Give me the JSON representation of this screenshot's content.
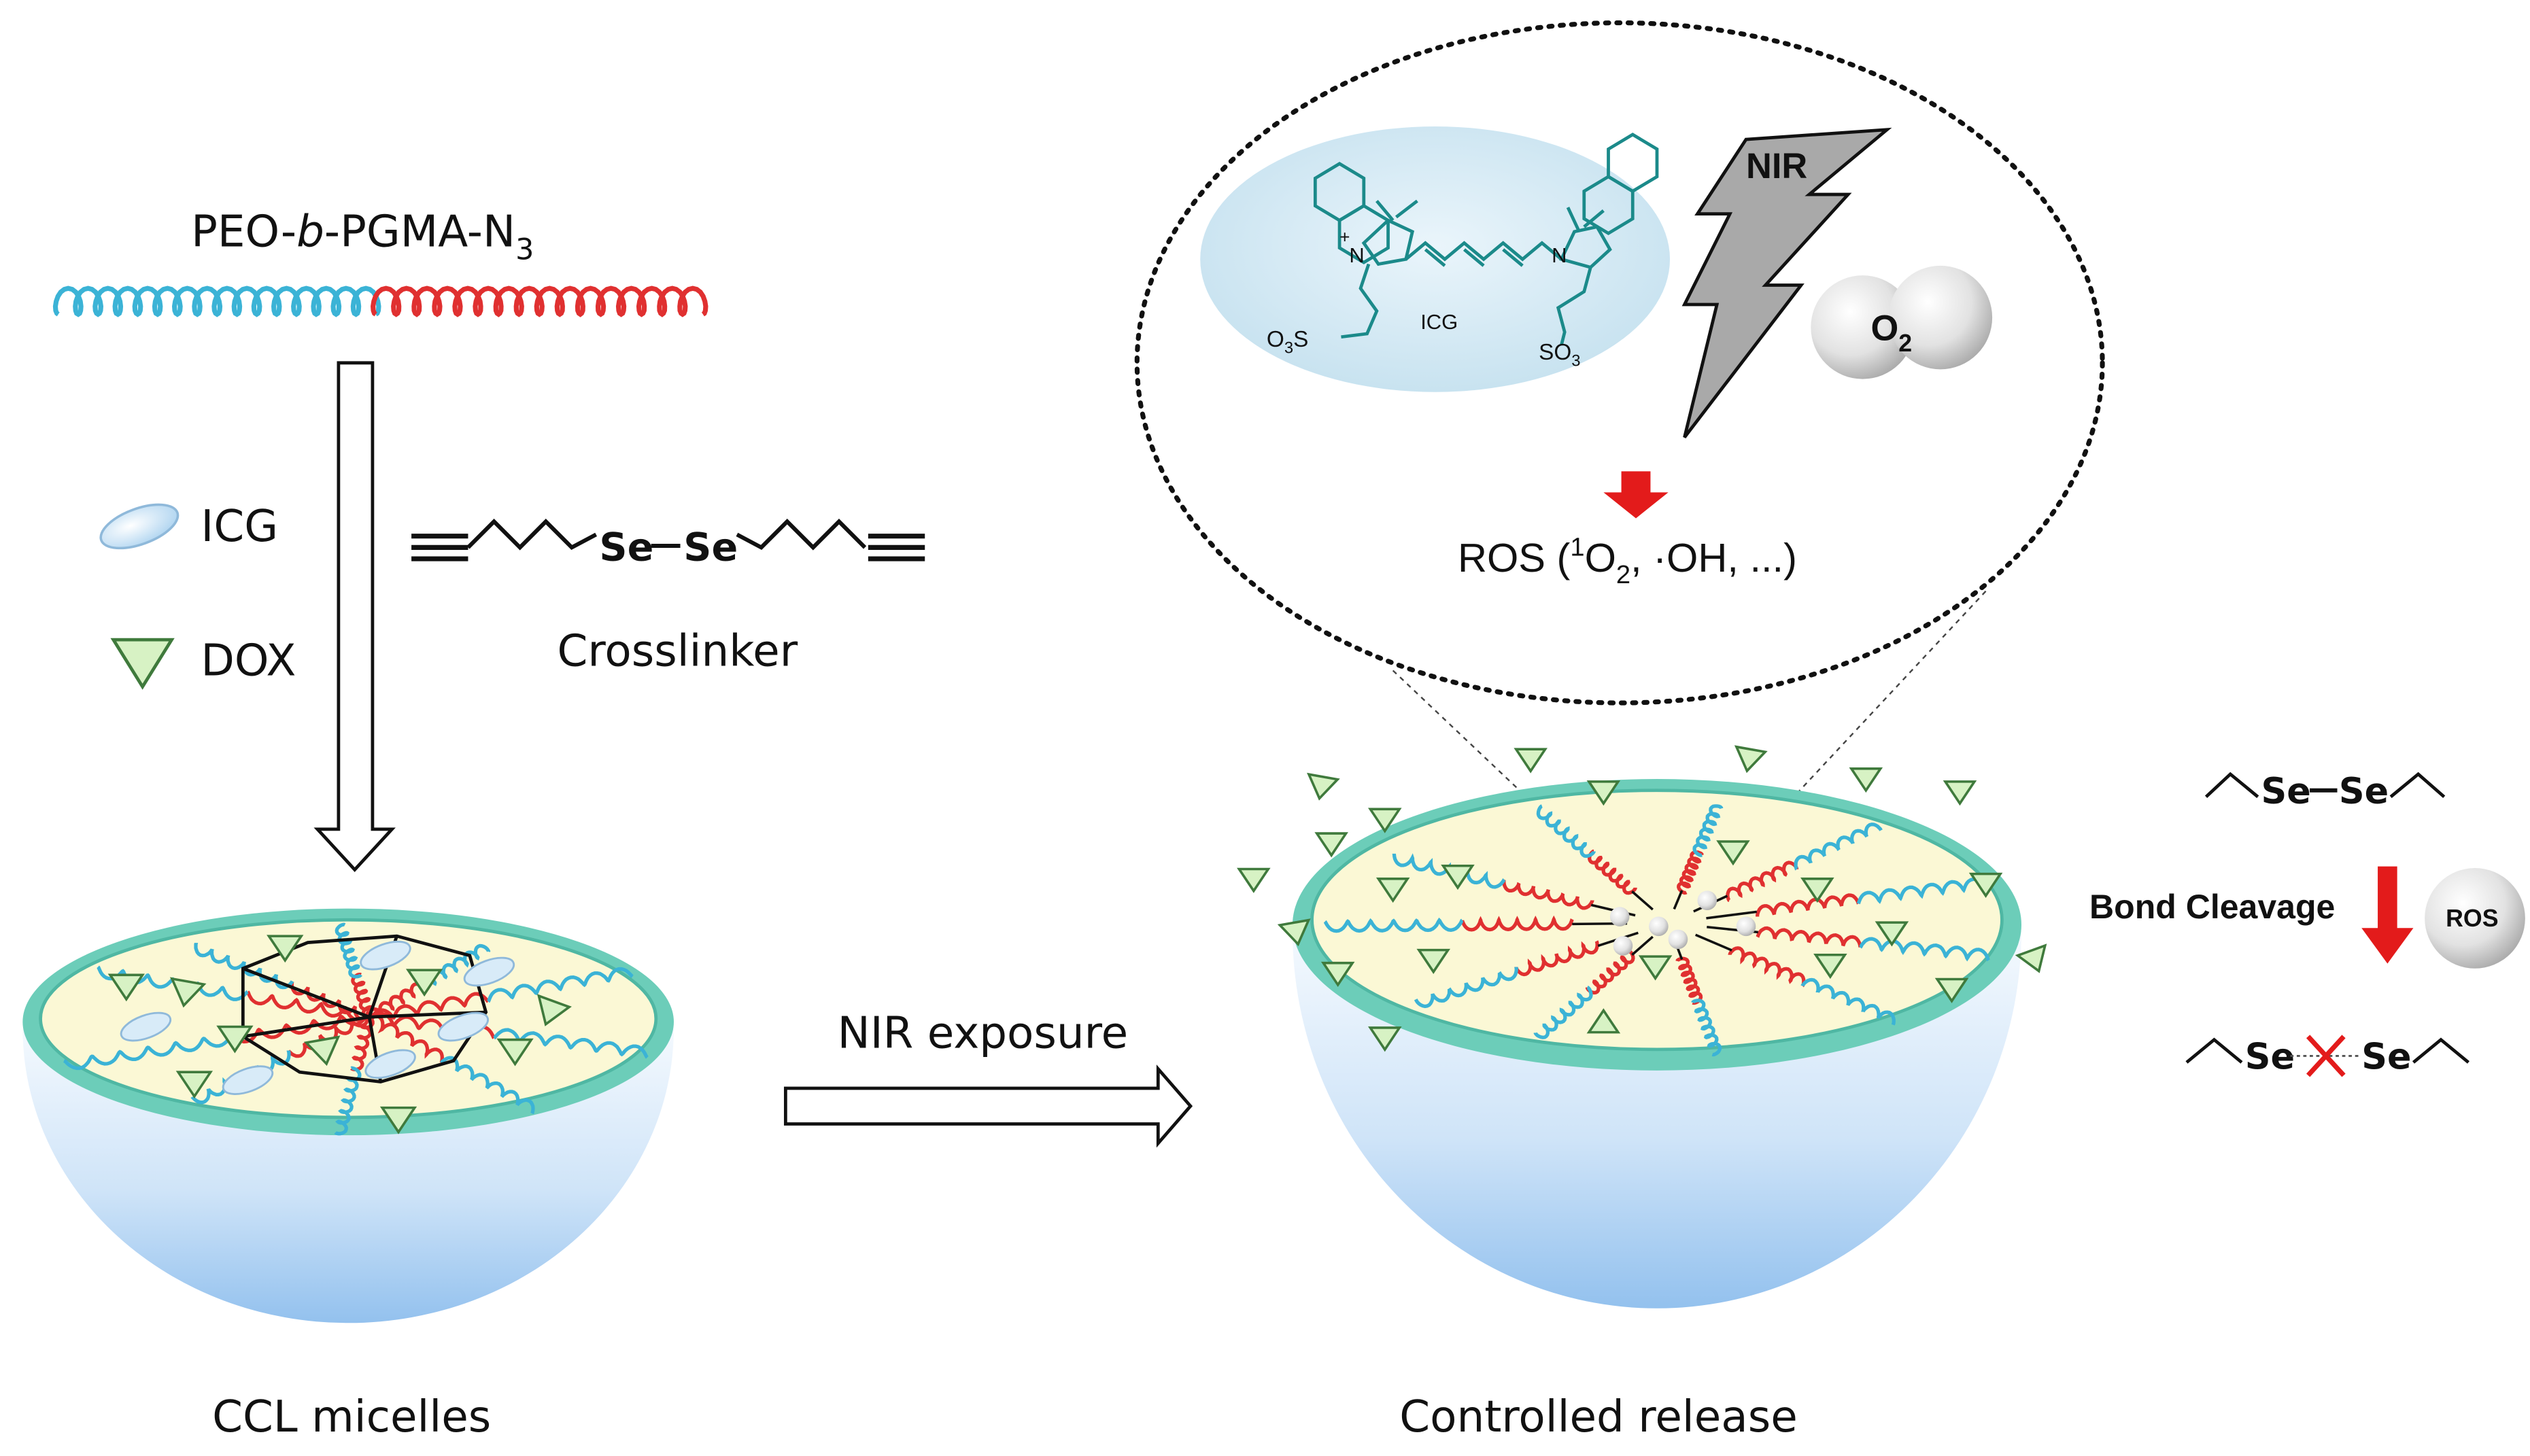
{
  "copolymer": {
    "prefix": "PEO-",
    "italic": "b",
    "suffix": "-PGMA-N",
    "sub": "3"
  },
  "legend": {
    "icg": "ICG",
    "dox": "DOX"
  },
  "crosslinker": {
    "se1": "Se",
    "se2": "Se",
    "label": "Crosslinker"
  },
  "left_micelle": {
    "caption": "CCL micelles"
  },
  "process_arrow": {
    "label": "NIR exposure"
  },
  "right_micelle": {
    "caption": "Controlled release"
  },
  "zoom": {
    "icg_label": "ICG",
    "so3_left_main": "O",
    "so3_left_sub": "3",
    "so3_left_s": "S",
    "so3_right_main": "SO",
    "so3_right_sub": "3",
    "n_plus": "+",
    "n_left": "N",
    "n_right": "N",
    "nir": "NIR",
    "o2_main": "O",
    "o2_sub": "2",
    "ros_a": "ROS (",
    "ros_sup": "1",
    "ros_b": "O",
    "ros_sub": "2",
    "ros_c": ", ·OH, ...)"
  },
  "cleavage": {
    "top_se1": "Se",
    "top_se2": "Se",
    "label": "Bond Cleavage",
    "ros_badge": "ROS",
    "bottom_se1": "Se",
    "bottom_se2": "Se"
  },
  "colors": {
    "peo": "#3bb3d6",
    "pgma": "#e03030",
    "shell_rim": "#5ec9b6",
    "core": "#fbf8d5",
    "bowl_top": "#eaf4fd",
    "bowl_bottom": "#9ac7ef",
    "dox_fill": "#d7f2c4",
    "dox_stroke": "#3f7a3c",
    "icg_fill": "#d8ebf8",
    "arrow_red": "#e31b1b",
    "nir_bolt": "#a9a9a9",
    "icg_dye": "#1b8a8a"
  }
}
